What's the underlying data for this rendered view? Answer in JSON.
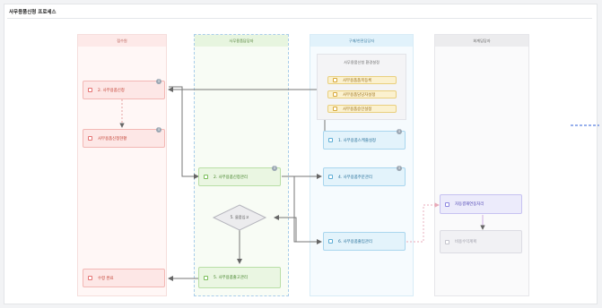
{
  "page": {
    "title": "사무용품신청 프로세스"
  },
  "lanes": [
    {
      "id": "requester",
      "label": "접수원",
      "color": "#fde9e8"
    },
    {
      "id": "office_manager",
      "label": "사무용품담당자",
      "color": "#e7f5df"
    },
    {
      "id": "purchase_manager",
      "label": "구매/현관담당자",
      "color": "#e1f2fb"
    },
    {
      "id": "finance_manager",
      "label": "회계담당자",
      "color": "#ececee"
    }
  ],
  "environment": {
    "title": "사무용품신청 환경설정",
    "items": [
      "사무용품품목등록",
      "사무용품담당자설정",
      "사무용품승인설정"
    ]
  },
  "steps": {
    "request": "2. 사무용품신청",
    "request_status": "사무용품신청현황",
    "receipt_done": "수령 완료",
    "request_manage": "2. 사무용품신청관리",
    "stock_check": "5. 물품입고",
    "issue_manage": "5. 사무용품출고관리",
    "env_setup": "1. 사무용품스케줄설정",
    "purchase_manage": "4. 사무용품주문관리",
    "order_manage": "6. 사무용품출입관리",
    "expense_manage": "자동결재연동처리",
    "expense_done": "비용수익계획"
  },
  "icons": {
    "info": "info-icon",
    "checkbox": "checkbox-icon"
  }
}
